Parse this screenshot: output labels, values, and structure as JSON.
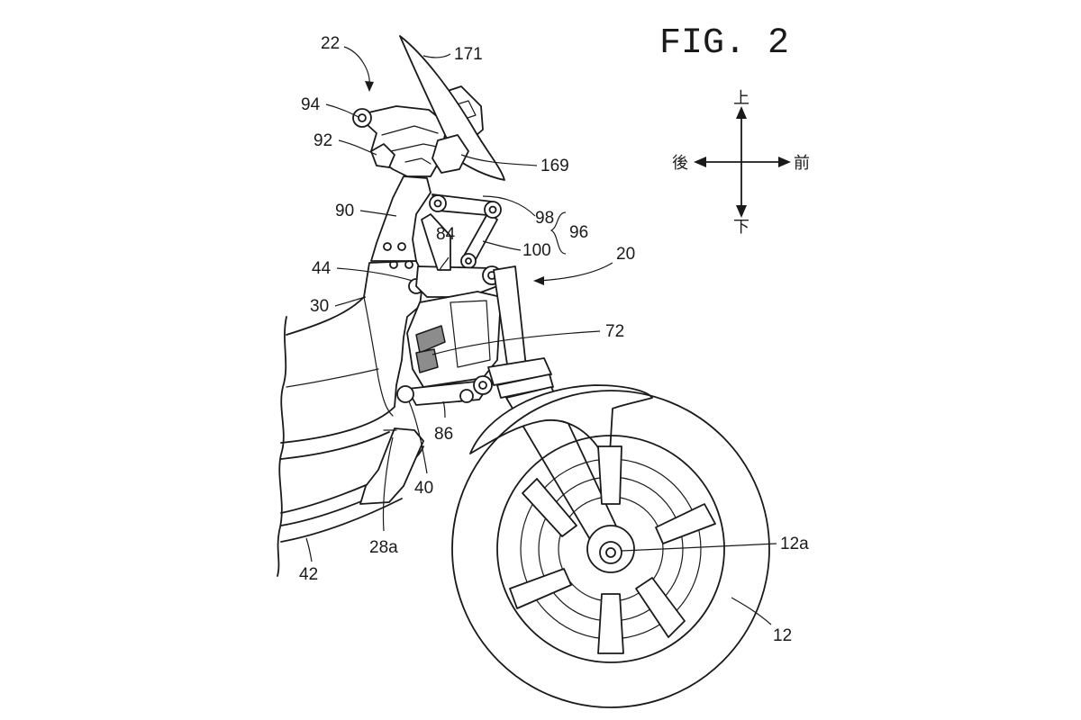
{
  "figure": {
    "title": "FIG. 2"
  },
  "directions": {
    "up": "上",
    "down": "下",
    "front": "前",
    "rear": "後"
  },
  "labels": {
    "l22": "22",
    "l171": "171",
    "l94": "94",
    "l92": "92",
    "l169": "169",
    "l90": "90",
    "l98": "98",
    "l96": "96",
    "l84": "84",
    "l100": "100",
    "l20": "20",
    "l44": "44",
    "l30": "30",
    "l72": "72",
    "l86": "86",
    "l40": "40",
    "l28a": "28a",
    "l42": "42",
    "l12a": "12a",
    "l12": "12"
  }
}
